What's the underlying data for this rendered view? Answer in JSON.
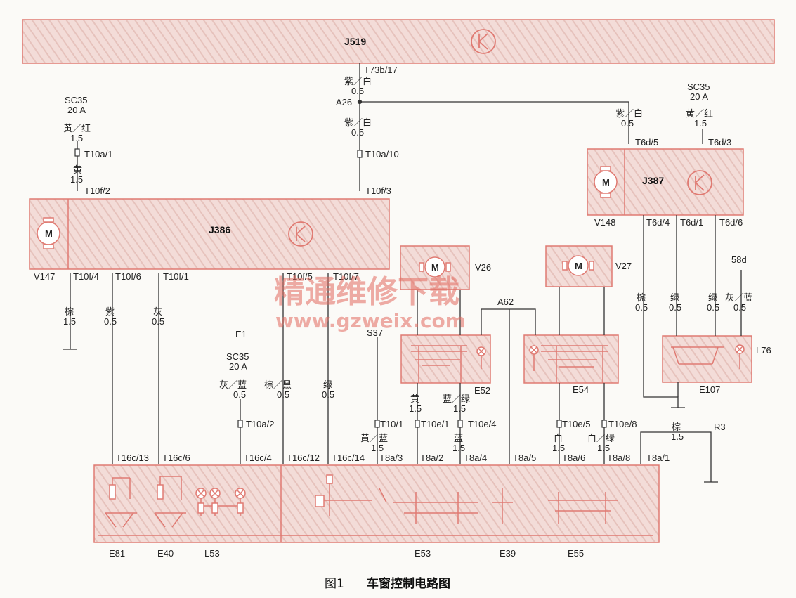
{
  "caption": {
    "fig": "图1",
    "title": "车窗控制电路图"
  },
  "watermark": {
    "cn": "精通维修下载",
    "url": "www.gzweix.com"
  },
  "modules": {
    "j519": "J519",
    "j386": "J386",
    "j387": "J387",
    "e52": "E52",
    "e54": "E54",
    "e107": "E107",
    "e81": "E81",
    "e40": "E40",
    "l53": "L53",
    "e53": "E53",
    "e39": "E39",
    "e55": "E55"
  },
  "motors": {
    "v147": "V147",
    "v148": "V148",
    "v26": "V26",
    "v27": "V27",
    "m": "M"
  },
  "labels": {
    "t73b17": "T73b/17",
    "a26": "A26",
    "a62": "A62",
    "s37": "S37",
    "e1": "E1",
    "l76": "L76",
    "r3": "R3",
    "n58d": "58d",
    "sc35": "SC35",
    "amp20": "20 A",
    "t10a1": "T10a/1",
    "t10f2": "T10f/2",
    "t10a10": "T10a/10",
    "t10f3": "T10f/3",
    "t6d5": "T6d/5",
    "t6d3": "T6d/3",
    "t6d4": "T6d/4",
    "t6d1": "T6d/1",
    "t6d6": "T6d/6",
    "t10f4": "T10f/4",
    "t10f6": "T10f/6",
    "t10f1": "T10f/1",
    "t10f5": "T10f/5",
    "t10f7": "T10f/7",
    "t10a2": "T10a/2",
    "t101": "T10/1",
    "t10e1": "T10e/1",
    "t10e4": "T10e/4",
    "t10e5": "T10e/5",
    "t10e8": "T10e/8",
    "t16c13": "T16c/13",
    "t16c6": "T16c/6",
    "t16c4": "T16c/4",
    "t16c12": "T16c/12",
    "t16c14": "T16c/14",
    "t8a3": "T8a/3",
    "t8a2": "T8a/2",
    "t8a4": "T8a/4",
    "t8a5": "T8a/5",
    "t8a6": "T8a/6",
    "t8a8": "T8a/8",
    "t8a1": "T8a/1"
  },
  "wires": {
    "zi_bai": "紫／白",
    "huang_hong": "黄／红",
    "huang": "黄",
    "zong": "棕",
    "zi": "紫",
    "hui": "灰",
    "hui_lan": "灰／蓝",
    "zong_hei": "棕／黑",
    "lv": "绿",
    "huang_lan": "黄／蓝",
    "lan": "蓝",
    "lan_lv": "蓝／绿",
    "bai": "白",
    "bai_lv": "白／绿",
    "g05": "0.5",
    "g15": "1.5"
  }
}
